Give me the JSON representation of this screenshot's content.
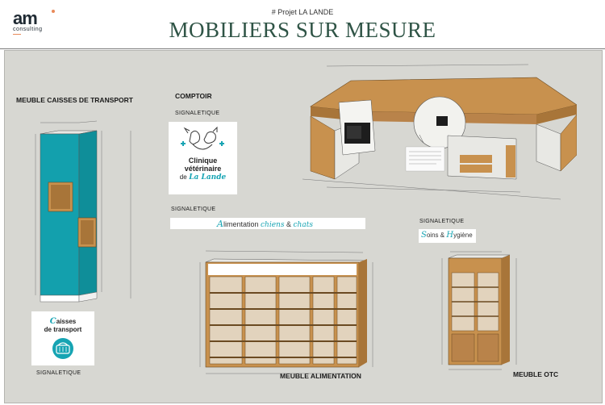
{
  "header": {
    "logo_main": "am",
    "logo_sub": "consulting",
    "project": "# Projet LA LANDE",
    "title": "MOBILIERS SUR MESURE"
  },
  "sections": {
    "transport_title": "MEUBLE CAISSES DE TRANSPORT",
    "comptoir_title": "COMPTOIR",
    "signaletique_comptoir": "SIGNALETIQUE",
    "signaletique_alimentation": "SIGNALETIQUE",
    "signaletique_soins": "SIGNALETIQUE",
    "signaletique_transport": "SIGNALETIQUE",
    "alimentation_title": "MEUBLE ALIMENTATION",
    "otc_title": "MEUBLE OTC"
  },
  "signs": {
    "clinique_line1": "Clinique",
    "clinique_line2": "vétérinaire",
    "clinique_line3_de": "de",
    "clinique_line3_name": "La Lande",
    "alimentation_a": "A",
    "alimentation_rest": "limentation",
    "alimentation_chiens": "chiens",
    "alimentation_amp": "&",
    "alimentation_chats": "chats",
    "soins_s": "S",
    "soins_rest": "oins &",
    "soins_h": "H",
    "soins_end": "ygiène",
    "caisses_c": "C",
    "caisses_rest": "aisses",
    "caisses_line2": "de transport"
  },
  "colors": {
    "title_green": "#2f5446",
    "teal": "#13a0ad",
    "wood": "#c8914e",
    "panel_bg": "#d7d7d2",
    "accent": "#e88a5a"
  }
}
